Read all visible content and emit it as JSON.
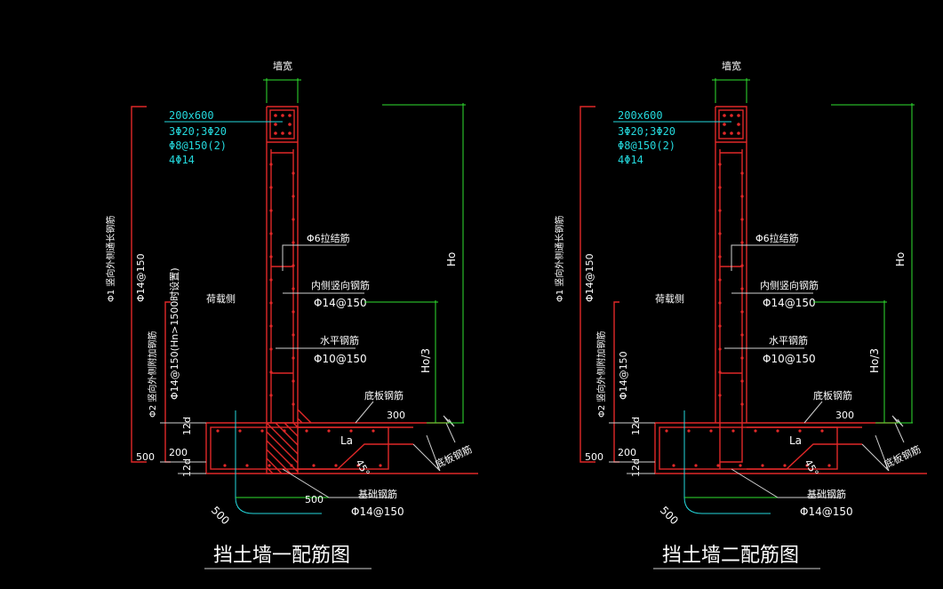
{
  "drawings": [
    {
      "title": "挡土墙一配筋图",
      "wall_width_label": "墙宽",
      "beam_size": "200x600",
      "beam_rebar_line1": "3Φ20;3Φ20",
      "beam_rebar_line2": "Φ8@150(2)",
      "beam_rebar_line3": "4Φ14",
      "tie_bar": "Φ6拉结筋",
      "inner_vertical_label": "内侧竖向钢筋",
      "inner_vertical_spec": "Φ14@150",
      "horizontal_label": "水平钢筋",
      "horizontal_spec": "Φ10@150",
      "outer_v1_label": "Φ1 竖向外侧通长钢筋",
      "outer_v1_spec": "Φ14@150",
      "outer_v2_label": "Φ2 竖向外侧附加钢筋",
      "outer_v2_spec": "Φ14@150(Hn>1500时设置)",
      "load_side": "荷载侧",
      "height_label": "Ho",
      "height_third": "Ho/3",
      "bottom_bar": "底板钢筋",
      "bottom_bar2": "底板钢筋",
      "dim_300": "300",
      "anchor_la": "La",
      "angle_45": "45°",
      "dim_12d_top": "12d",
      "dim_12d_bot": "12d",
      "dim_200": "200",
      "dim_500_left": "500",
      "dim_500_hook": "500",
      "dim_500_bot": "500",
      "foundation_bar_label": "基础钢筋",
      "foundation_bar_spec": "Φ14@150"
    },
    {
      "title": "挡土墙二配筋图",
      "wall_width_label": "墙宽",
      "beam_size": "200x600",
      "beam_rebar_line1": "3Φ20;3Φ20",
      "beam_rebar_line2": "Φ8@150(2)",
      "beam_rebar_line3": "4Φ14",
      "tie_bar": "Φ6拉结筋",
      "inner_vertical_label": "内侧竖向钢筋",
      "inner_vertical_spec": "Φ14@150",
      "horizontal_label": "水平钢筋",
      "horizontal_spec": "Φ10@150",
      "outer_v1_label": "Φ1 竖向外侧通长钢筋",
      "outer_v1_spec": "Φ14@150",
      "outer_v2_label": "Φ2 竖向外侧附加钢筋",
      "outer_v2_spec": "Φ14@150",
      "load_side": "荷载侧",
      "height_label": "Ho",
      "height_third": "Ho/3",
      "bottom_bar": "底板钢筋",
      "bottom_bar2": "底板钢筋",
      "dim_300": "300",
      "anchor_la": "La",
      "angle_45": "45°",
      "dim_12d_top": "12d",
      "dim_12d_bot": "12d",
      "dim_200": "200",
      "dim_500_left": "500",
      "dim_500_hook": "500",
      "dim_500_bot": "",
      "foundation_bar_label": "基础钢筋",
      "foundation_bar_spec": "Φ14@150"
    }
  ]
}
